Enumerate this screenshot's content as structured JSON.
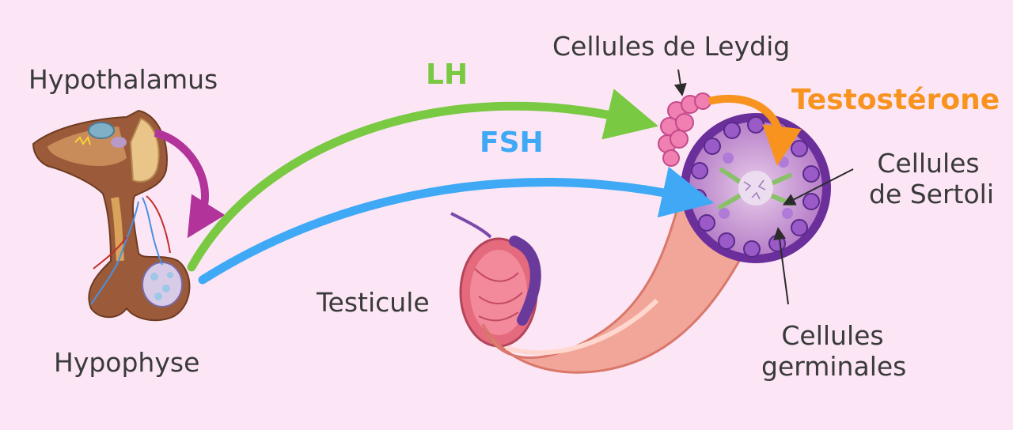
{
  "labels": {
    "hypothalamus": "Hypothalamus",
    "hypophyse": "Hypophyse",
    "testicule": "Testicule",
    "leydig": "Cellules de Leydig",
    "sertoli_line1": "Cellules",
    "sertoli_line2": "de Sertoli",
    "germinal_line1": "Cellules",
    "germinal_line2": "germinales"
  },
  "hormones": {
    "lh": "LH",
    "fsh": "FSH",
    "testosterone": "Testostérone"
  },
  "colors": {
    "background": "#fce6f6",
    "lh": "#7ac943",
    "fsh": "#3fa9f5",
    "testosterone": "#f7931e",
    "feedback": "#b2349b",
    "text": "#3a3a3a"
  }
}
